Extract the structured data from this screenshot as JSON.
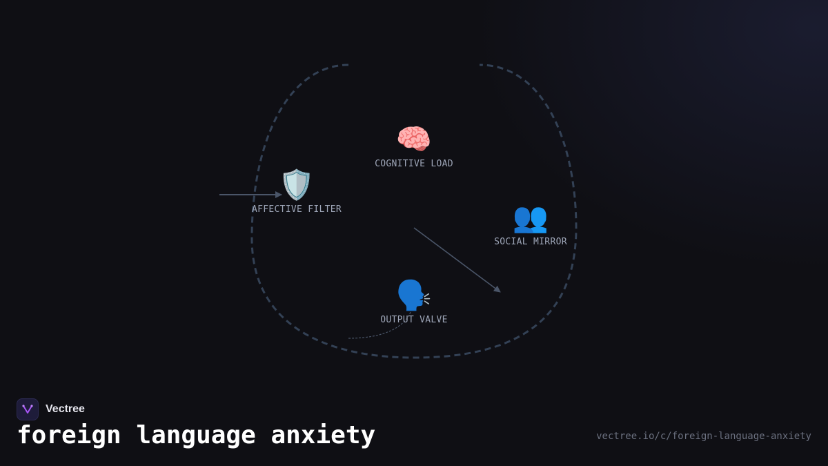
{
  "diagram": {
    "nodes": [
      {
        "id": "affective-filter",
        "label": "AFFECTIVE FILTER",
        "icon": "shield-icon",
        "emoji": "🛡️"
      },
      {
        "id": "cognitive-load",
        "label": "COGNITIVE LOAD",
        "icon": "brain-icon",
        "emoji": "🧠"
      },
      {
        "id": "social-mirror",
        "label": "SOCIAL MIRROR",
        "icon": "people-icon",
        "emoji": "👥"
      },
      {
        "id": "output-valve",
        "label": "OUTPUT VALVE",
        "icon": "speaking-head-icon",
        "emoji": "🗣️"
      }
    ],
    "colors": {
      "outline": "#3a4557",
      "arrow": "#4a5568",
      "label": "#9ea6b8"
    }
  },
  "footer": {
    "brand": "Vectree",
    "title": "foreign language anxiety",
    "url": "vectree.io/c/foreign-language-anxiety",
    "logo_icon": "vectree-logo-icon"
  }
}
